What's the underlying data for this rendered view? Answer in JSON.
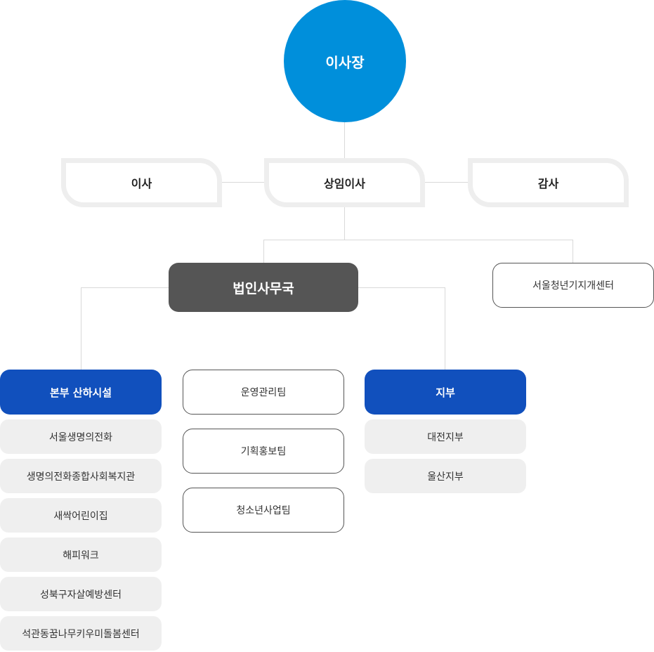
{
  "chairman": {
    "label": "이사장"
  },
  "executives": {
    "directors": "이사",
    "standing_director": "상임이사",
    "auditor": "감사"
  },
  "office": {
    "label": "법인사무국"
  },
  "youth_center": {
    "label": "서울청년기지개센터"
  },
  "headquarters": {
    "label": "본부 산하시설",
    "items": [
      "서울생명의전화",
      "생명의전화종합사회복지관",
      "새싹어린이집",
      "해피워크",
      "성북구자살예방센터",
      "석관동꿈나무키우미돌봄센터"
    ]
  },
  "teams": {
    "items": [
      "운영관리팀",
      "기획홍보팀",
      "청소년사업팀"
    ]
  },
  "branches": {
    "label": "지부",
    "items": [
      "대전지부",
      "울산지부"
    ]
  },
  "colors": {
    "chairman": "#008fdb",
    "blue_header": "#1150bd",
    "office": "#555555",
    "gray_box": "#efefef",
    "connector": "#d9d9d9"
  }
}
